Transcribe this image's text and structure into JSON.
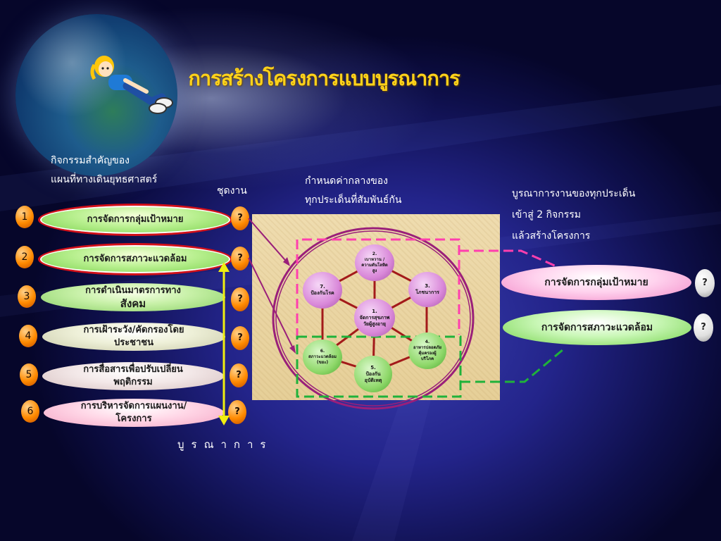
{
  "title": "การสร้างโครงการแบบบูรณาการ",
  "labels": {
    "left_heading_1": "กิจกรรมสำคัญของ",
    "left_heading_2": "แผนที่ทางเดินยุทธศาสตร์",
    "set_label": "ชุดงาน",
    "center_heading_1": "กำหนดค่ากลางของ",
    "center_heading_2": "ทุกประเด็นที่สัมพันธ์กัน",
    "right_heading_1": "บูรณาการงานของทุกประเด็น",
    "right_heading_2": "เข้าสู่ 2 กิจกรรม",
    "right_heading_3": "แล้วสร้างโครงการ",
    "integration_label": "บูรณาการ"
  },
  "activities": [
    {
      "num": "1",
      "line1": "การจัดการกลุ่มเป้าหมาย",
      "line2": "",
      "q": "?"
    },
    {
      "num": "2",
      "line1": "การจัดการสภาวะแวดล้อม",
      "line2": "",
      "q": "?"
    },
    {
      "num": "3",
      "line1": "การดำเนินมาตรการทาง",
      "line2": "สังคม",
      "q": "?"
    },
    {
      "num": "4",
      "line1": "การเฝ้าระวัง/คัดกรองโดย",
      "line2": "ประชาชน",
      "q": "?"
    },
    {
      "num": "5",
      "line1": "การสื่อสารเพื่อปรับเปลี่ยน",
      "line2": "พฤติกรรม",
      "q": "?"
    },
    {
      "num": "6",
      "line1": "การบริหารจัดการแผนงาน/",
      "line2": "โครงการ",
      "q": "?"
    }
  ],
  "hub": {
    "center": {
      "line1": "1.",
      "line2": "จัดการสุขภาพ",
      "line3": "วัยผู้สูงอายุ"
    },
    "nodes": [
      {
        "line1": "2.",
        "line2": "เบาหวาน /",
        "line3": "ความดันโลหิต",
        "line4": "สูง"
      },
      {
        "line1": "3.",
        "line2": "โภชนาการ",
        "line3": "",
        "line4": ""
      },
      {
        "line1": "4.",
        "line2": "อาหารปลอดภัย",
        "line3": "คุ้มครองผู้",
        "line4": "บริโภค"
      },
      {
        "line1": "5.",
        "line2": "ป้องกัน",
        "line3": "อุบัติเหตุ",
        "line4": ""
      },
      {
        "line1": "6.",
        "line2": "สภาวะแวดล้อม",
        "line3": "(ขยะ)",
        "line4": ""
      },
      {
        "line1": "7.",
        "line2": "ป้องกันโรค",
        "line3": "",
        "line4": ""
      }
    ]
  },
  "outputs": [
    {
      "label": "การจัดการกลุ่มเป้าหมาย",
      "q": "?"
    },
    {
      "label": "การจัดการสภาวะแวดล้อม",
      "q": "?"
    }
  ],
  "colors": {
    "title": "#ffd21a",
    "highlight_ring": "#d4101a",
    "pink_dash": "#ff3fae",
    "green_dash": "#1fb23a",
    "yellow_arrow": "#f0ee10",
    "circle_ring": "#9a1f7a"
  },
  "icons": [
    "globe-image",
    "cartoon-girl-image",
    "question-mark-icon"
  ]
}
